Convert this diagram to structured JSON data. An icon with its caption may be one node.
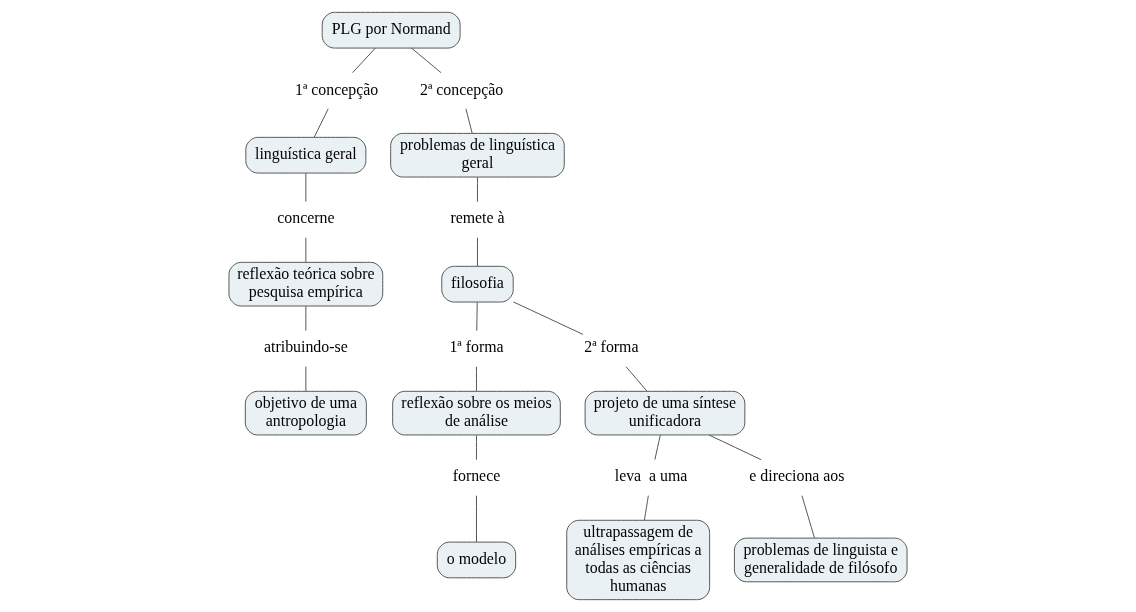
{
  "diagram": {
    "nodes": [
      {
        "text": [
          "PLG por Normand"
        ]
      },
      {
        "text": [
          "1ª concepção"
        ]
      },
      {
        "text": [
          "2ª concepção"
        ]
      },
      {
        "text": [
          "linguística geral"
        ]
      },
      {
        "text": [
          "problemas de linguística geral"
        ]
      },
      {
        "text": [
          "concerne"
        ]
      },
      {
        "text": [
          "remete à"
        ]
      },
      {
        "text": [
          "filosofia"
        ]
      },
      {
        "text": [
          "1ª forma"
        ]
      },
      {
        "text": [
          "2ª forma"
        ]
      },
      {
        "text": [
          "reflexão teórica sobre pesquisa empírica"
        ]
      },
      {
        "text": [
          "reflexão sobre os meios de análise"
        ]
      },
      {
        "text": [
          "projeto de uma síntese unificadora"
        ]
      },
      {
        "text": [
          "atribuindo-se"
        ]
      },
      {
        "text": [
          "leva  a uma"
        ]
      },
      {
        "text": [
          "e direciona aos"
        ]
      },
      {
        "text": [
          "objetivo de uma antropologia"
        ]
      },
      {
        "text": [
          "fornece"
        ]
      },
      {
        "text": [
          "o modelo"
        ]
      },
      {
        "text": [
          "ultrapassagem de análises empíricas a todas as ciências humanas"
        ]
      },
      {
        "text": [
          "problemas de linguista e generalidade de filósofo"
        ]
      }
    ],
    "edges": [
      {
        "from": 0,
        "to": 1,
        "arrow": "none"
      },
      {
        "from": 0,
        "to": 2,
        "arrow": "none"
      },
      {
        "from": 1,
        "to": 3,
        "arrow": "none"
      },
      {
        "from": 2,
        "to": 4,
        "arrow": "none"
      },
      {
        "from": 3,
        "to": 5,
        "arrow": "none"
      },
      {
        "from": 5,
        "to": 10,
        "arrow": "none"
      },
      {
        "from": 4,
        "to": 6,
        "arrow": "none"
      },
      {
        "from": 6,
        "to": 7,
        "arrow": "none"
      },
      {
        "from": 7,
        "to": 8,
        "arrow": "none"
      },
      {
        "from": 7,
        "to": 9,
        "arrow": "none"
      },
      {
        "from": 8,
        "to": 11,
        "arrow": "none"
      },
      {
        "from": 9,
        "to": 12,
        "arrow": "none"
      },
      {
        "from": 10,
        "to": 13,
        "arrow": "none"
      },
      {
        "from": 13,
        "to": 16,
        "arrow": "none"
      },
      {
        "from": 11,
        "to": 17,
        "arrow": "none"
      },
      {
        "from": 17,
        "to": 18,
        "arrow": "none"
      },
      {
        "from": 12,
        "to": 14,
        "arrow": "none"
      },
      {
        "from": 12,
        "to": 15,
        "arrow": "none"
      },
      {
        "from": 14,
        "to": 19,
        "arrow": "none"
      },
      {
        "from": 15,
        "to": 20,
        "arrow": "none"
      }
    ]
  }
}
